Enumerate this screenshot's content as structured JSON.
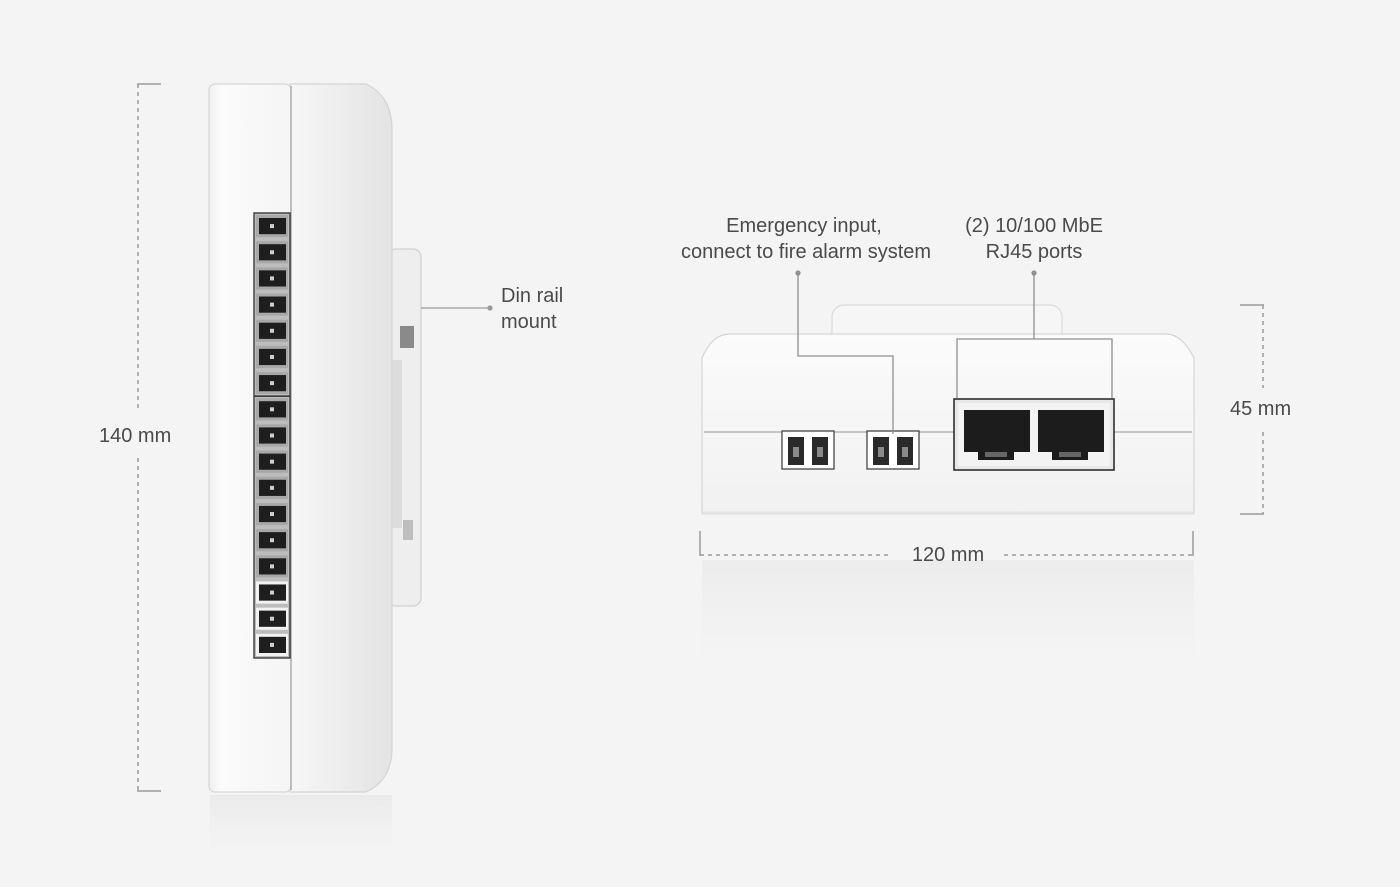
{
  "side_view": {
    "height_label": "140 mm",
    "din_rail_label_line1": "Din rail",
    "din_rail_label_line2": "mount",
    "terminal_block_count": 17
  },
  "front_view": {
    "emergency_label_line1": "Emergency input,",
    "emergency_label_line2": "connect to fire alarm system",
    "rj45_label_line1": "(2) 10/100 MbE",
    "rj45_label_line2": "RJ45 ports",
    "height_label": "45 mm",
    "width_label": "120 mm"
  },
  "colors": {
    "background": "#f4f4f4",
    "device": "#fafafa",
    "device_edge": "#d6d6d6",
    "dimension_line": "#9a9a9a",
    "label_text": "#4a4a4a",
    "port_dark": "#1c1c1c"
  }
}
